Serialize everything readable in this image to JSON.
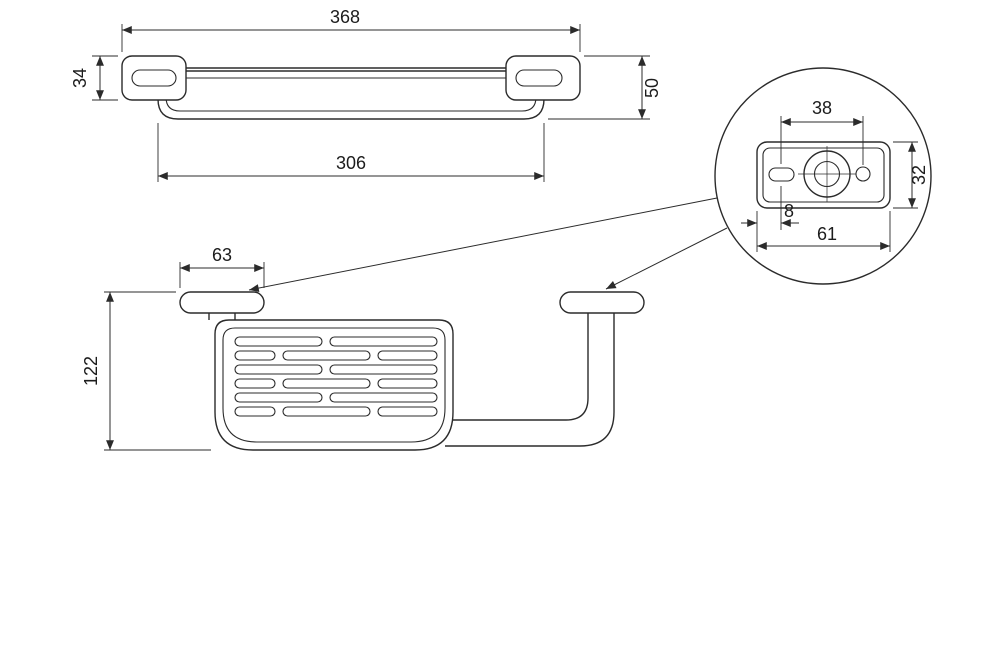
{
  "drawing": {
    "front_view": {
      "overall_width": "368",
      "end_cap_height": "34",
      "bracket_height": "50",
      "tray_length": "306"
    },
    "detail_view": {
      "hole_spacing": "38",
      "plate_height": "32",
      "edge_offset": "8",
      "plate_width": "61"
    },
    "plan_view": {
      "flange_diameter": "63",
      "depth": "122"
    }
  }
}
